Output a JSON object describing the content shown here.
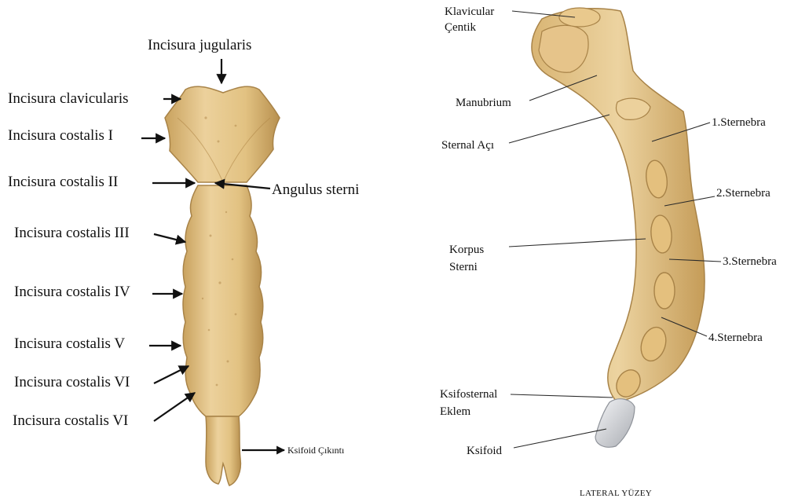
{
  "figure": {
    "left_panel": {
      "labels": {
        "incisura_jugularis": "Incisura jugularis",
        "incisura_clavicularis": "Incisura clavicularis",
        "incisura_costalis_1": "Incisura costalis I",
        "incisura_costalis_2": "Incisura costalis II",
        "angulus_sterni": "Angulus sterni",
        "incisura_costalis_3": "Incisura costalis III",
        "incisura_costalis_4": "Incisura costalis IV",
        "incisura_costalis_5": "Incisura costalis V",
        "incisura_costalis_6a": "Incisura costalis VI",
        "incisura_costalis_6b": "Incisura costalis VI",
        "ksifoid_cikinti": "Ksifoid Çıkıntı"
      }
    },
    "right_panel": {
      "labels": {
        "klavicular_line1": "Klavicular",
        "klavicular_line2": "Çentik",
        "manubrium": "Manubrium",
        "sternal_aci": "Sternal Açı",
        "sternebra_1": "1.Sternebra",
        "sternebra_2": "2.Sternebra",
        "korpus_line1": "Korpus",
        "korpus_line2": "Sterni",
        "sternebra_3": "3.Sternebra",
        "sternebra_4": "4.Sternebra",
        "ksifosternal_line1": "Ksifosternal",
        "ksifosternal_line2": "Eklem",
        "ksifoid": "Ksifoid"
      },
      "caption": "LATERAL YÜZEY"
    },
    "colors": {
      "bone_fill": "#e9c98d",
      "bone_shadow": "#c9a25e",
      "bone_outline": "#a88348",
      "cartilage": "#d6d8dc",
      "ink": "#111111"
    }
  }
}
